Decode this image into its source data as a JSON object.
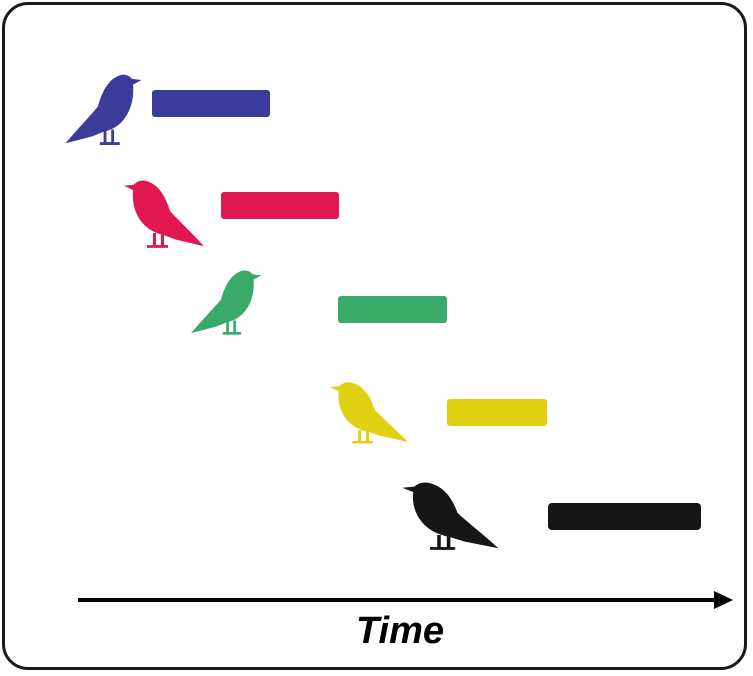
{
  "axis": {
    "label": "Time",
    "color": "#000000"
  },
  "rows": [
    {
      "name": "bird-1",
      "color": "#3b3c99"
    },
    {
      "name": "bird-2",
      "color": "#e1184f"
    },
    {
      "name": "bird-3",
      "color": "#3aaa6a"
    },
    {
      "name": "bird-4",
      "color": "#e0d012"
    },
    {
      "name": "bird-5",
      "color": "#161616"
    }
  ]
}
